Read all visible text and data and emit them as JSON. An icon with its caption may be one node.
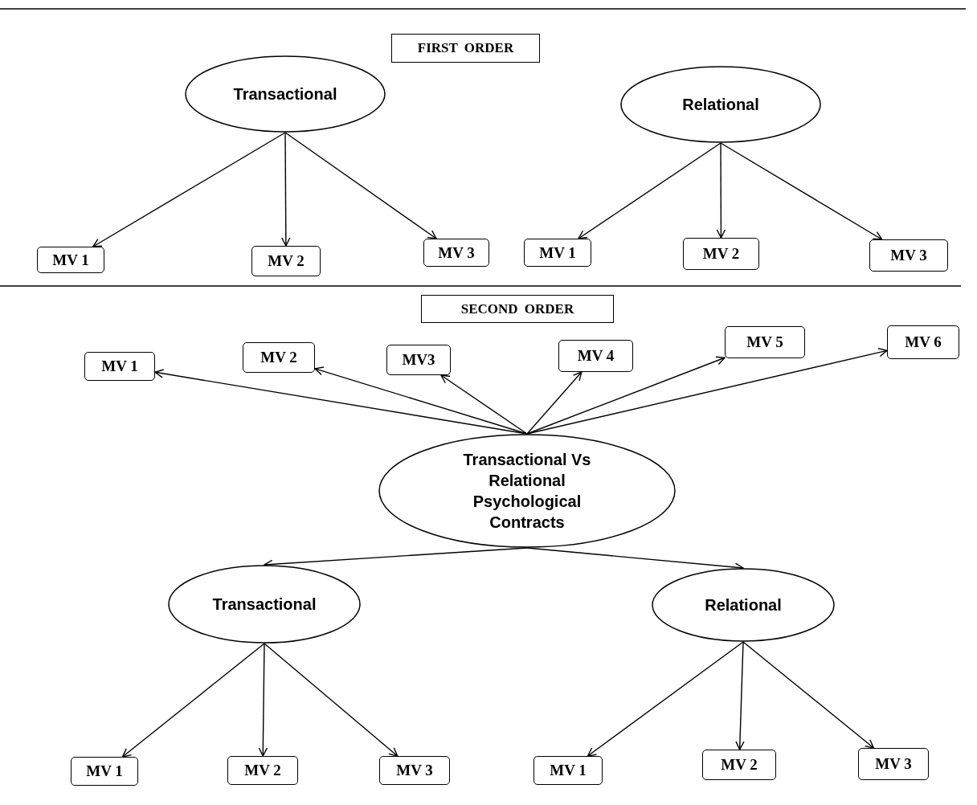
{
  "diagram": {
    "nodes": [
      {
        "text": [
          "FIRST ORDER"
        ]
      },
      {
        "text": [
          "Transactional"
        ]
      },
      {
        "text": [
          "Relational"
        ]
      },
      {
        "text": [
          "MV 1"
        ]
      },
      {
        "text": [
          "MV 2"
        ]
      },
      {
        "text": [
          "MV 3"
        ]
      },
      {
        "text": [
          "MV 1"
        ]
      },
      {
        "text": [
          "MV 2"
        ]
      },
      {
        "text": [
          "MV 3"
        ]
      },
      {
        "text": [
          "SECOND ORDER"
        ]
      },
      {
        "text": [
          "MV 1"
        ]
      },
      {
        "text": [
          "MV 2"
        ]
      },
      {
        "text": [
          "MV3"
        ]
      },
      {
        "text": [
          "MV 4"
        ]
      },
      {
        "text": [
          "MV 5"
        ]
      },
      {
        "text": [
          "MV 6"
        ]
      },
      {
        "text": [
          "Transactional Vs Relational Psychological Contracts"
        ]
      },
      {
        "text": [
          "Transactional"
        ]
      },
      {
        "text": [
          "Relational"
        ]
      },
      {
        "text": [
          "MV 1"
        ]
      },
      {
        "text": [
          "MV 2"
        ]
      },
      {
        "text": [
          "MV 3"
        ]
      },
      {
        "text": [
          "MV 1"
        ]
      },
      {
        "text": [
          "MV 2"
        ]
      },
      {
        "text": [
          "MV 3"
        ]
      }
    ],
    "edges": [
      {
        "from": 1,
        "to": 3,
        "arrow": "to"
      },
      {
        "from": 1,
        "to": 4,
        "arrow": "to"
      },
      {
        "from": 1,
        "to": 5,
        "arrow": "to"
      },
      {
        "from": 2,
        "to": 6,
        "arrow": "to"
      },
      {
        "from": 2,
        "to": 7,
        "arrow": "to"
      },
      {
        "from": 2,
        "to": 8,
        "arrow": "to"
      },
      {
        "from": 16,
        "to": 10,
        "arrow": "to"
      },
      {
        "from": 16,
        "to": 11,
        "arrow": "to"
      },
      {
        "from": 16,
        "to": 12,
        "arrow": "to"
      },
      {
        "from": 16,
        "to": 13,
        "arrow": "to"
      },
      {
        "from": 16,
        "to": 14,
        "arrow": "to"
      },
      {
        "from": 16,
        "to": 15,
        "arrow": "to"
      },
      {
        "from": 16,
        "to": 17,
        "arrow": "to"
      },
      {
        "from": 16,
        "to": 18,
        "arrow": "to"
      },
      {
        "from": 17,
        "to": 19,
        "arrow": "to"
      },
      {
        "from": 17,
        "to": 20,
        "arrow": "to"
      },
      {
        "from": 17,
        "to": 21,
        "arrow": "to"
      },
      {
        "from": 18,
        "to": 22,
        "arrow": "to"
      },
      {
        "from": 18,
        "to": 23,
        "arrow": "to"
      },
      {
        "from": 18,
        "to": 24,
        "arrow": "to"
      }
    ]
  }
}
